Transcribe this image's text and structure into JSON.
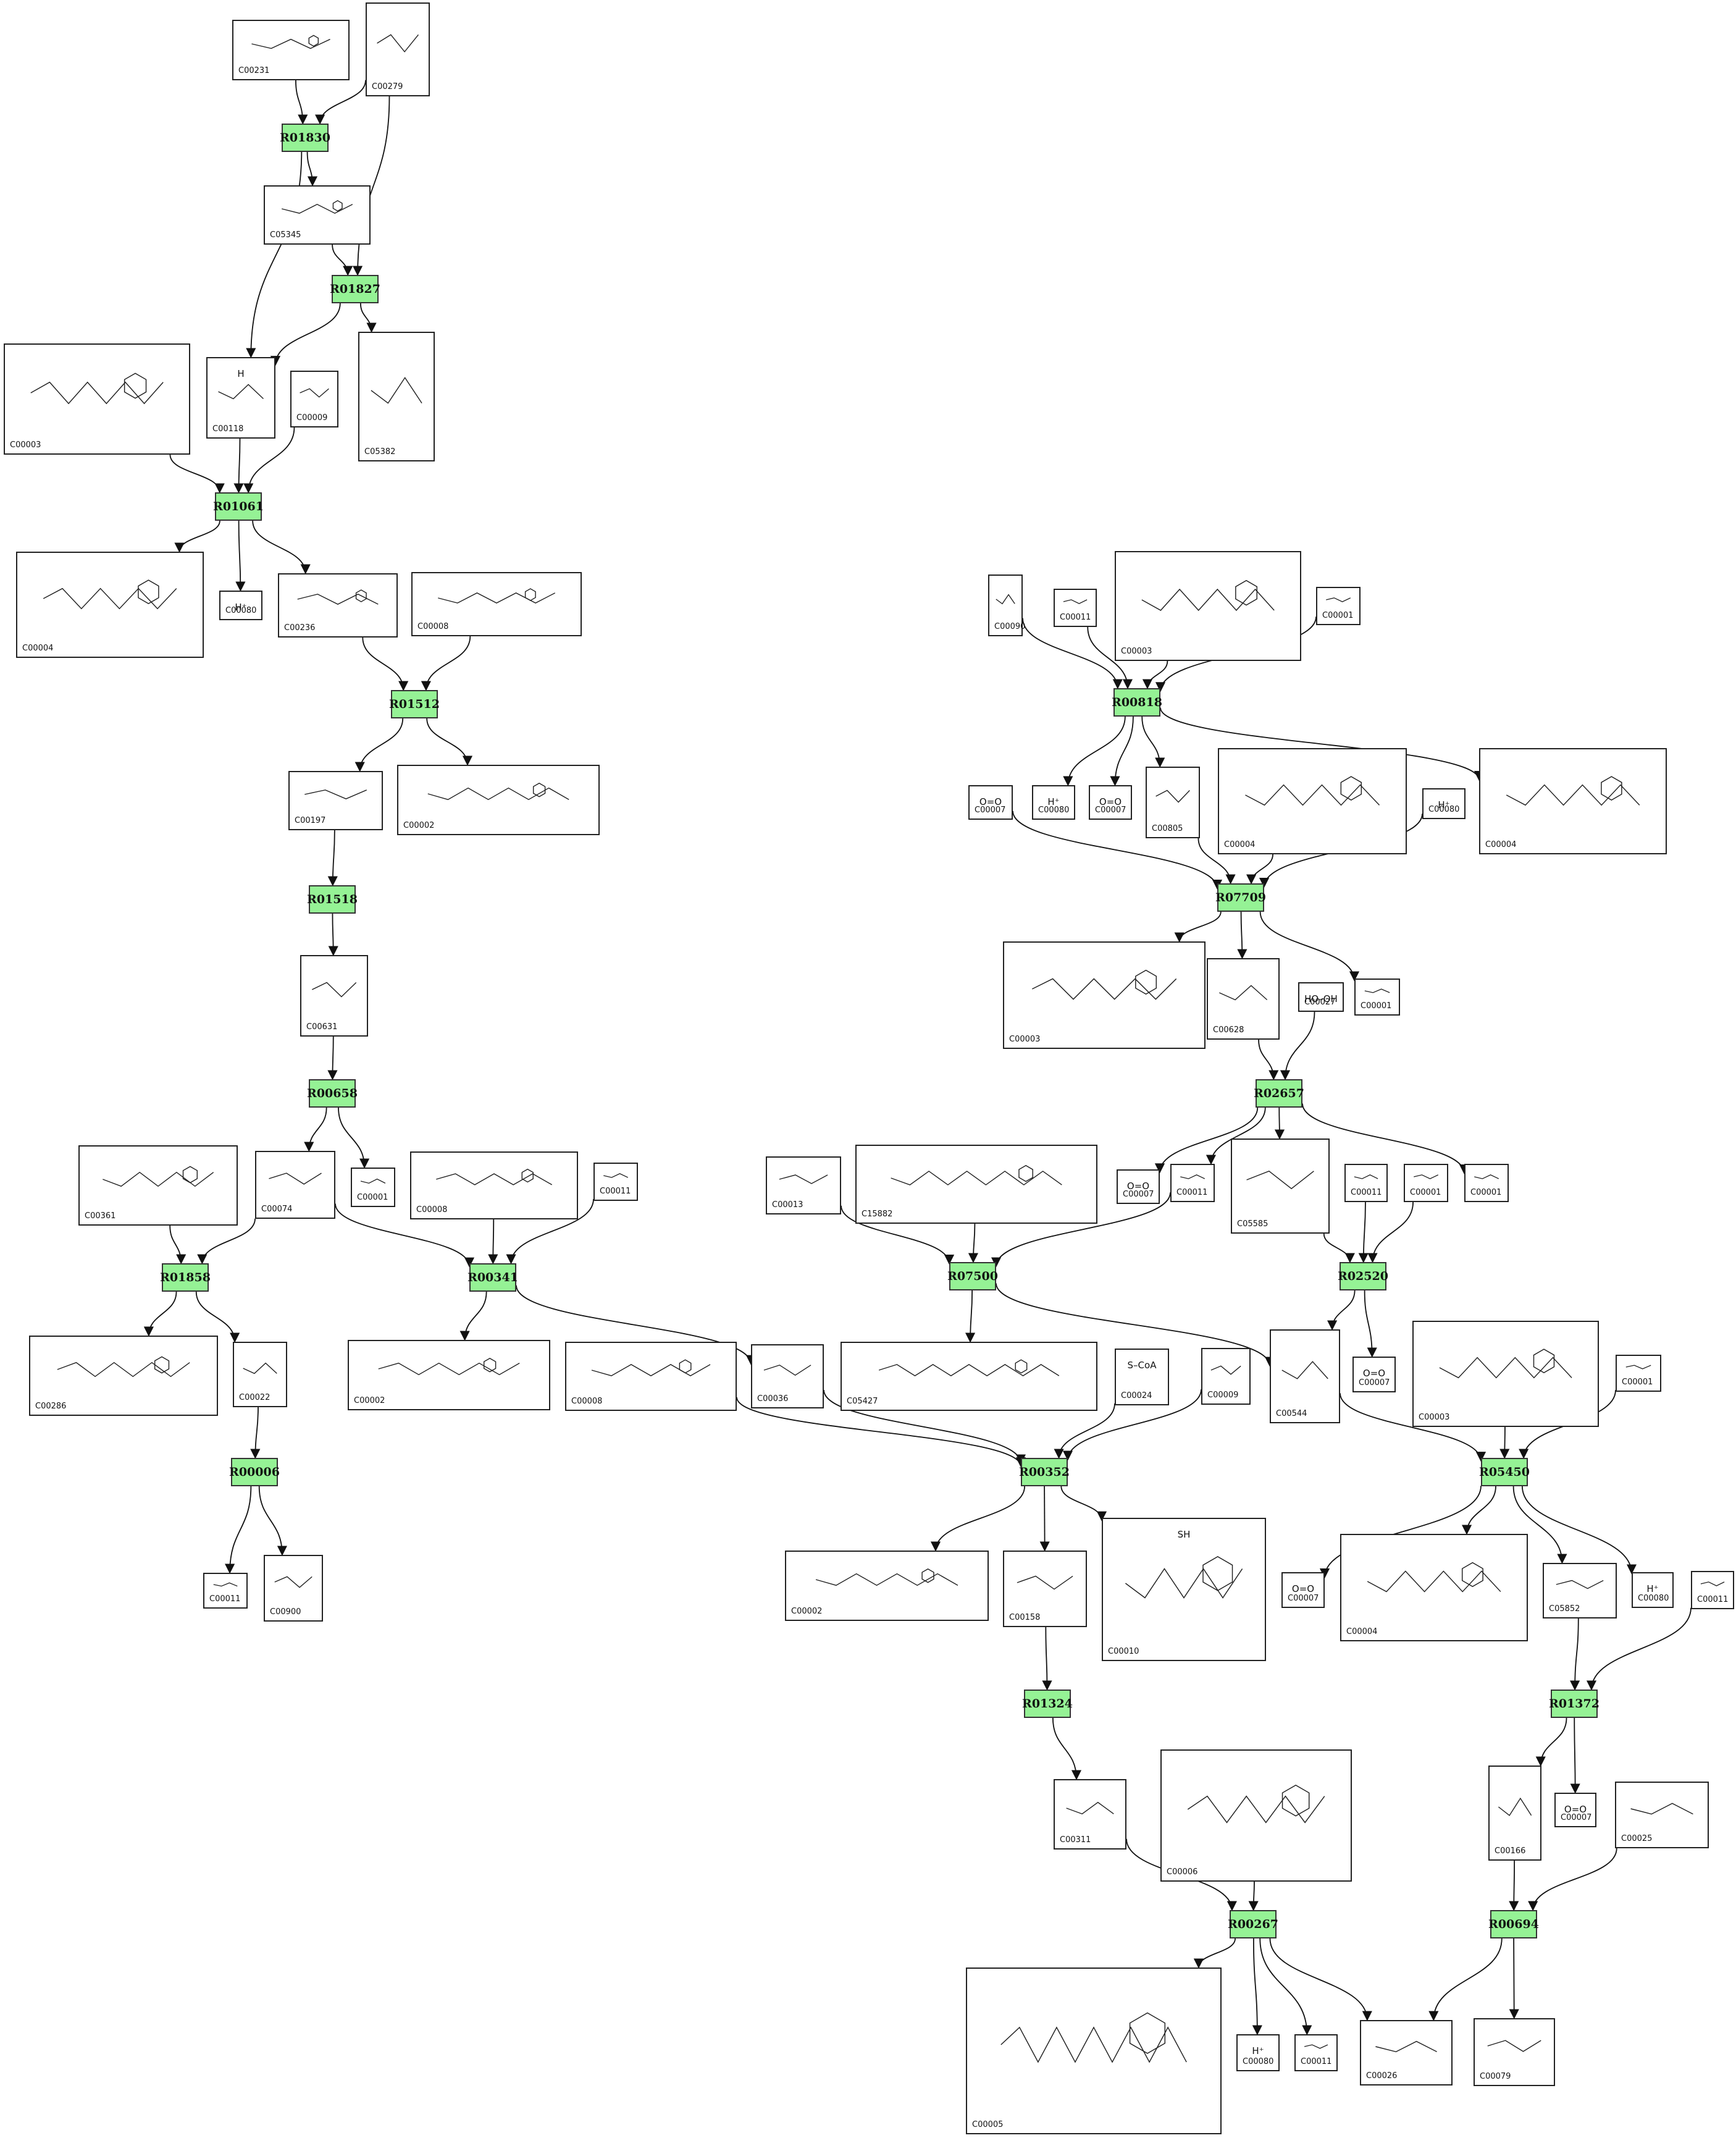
{
  "colors": {
    "reaction_fill": "#95f295",
    "border": "#222222",
    "edge": "#111111"
  },
  "reactions": [
    {
      "id": "R01830",
      "label": "R01830"
    },
    {
      "id": "R01827",
      "label": "R01827"
    },
    {
      "id": "R01061",
      "label": "R01061"
    },
    {
      "id": "R01512",
      "label": "R01512"
    },
    {
      "id": "R01518",
      "label": "R01518"
    },
    {
      "id": "R00658",
      "label": "R00658"
    },
    {
      "id": "R01858",
      "label": "R01858"
    },
    {
      "id": "R00341",
      "label": "R00341"
    },
    {
      "id": "R00006",
      "label": "R00006"
    },
    {
      "id": "R00818",
      "label": "R00818"
    },
    {
      "id": "R07709",
      "label": "R07709"
    },
    {
      "id": "R02657",
      "label": "R02657"
    },
    {
      "id": "R07500",
      "label": "R07500"
    },
    {
      "id": "R02520",
      "label": "R02520"
    },
    {
      "id": "R00352",
      "label": "R00352"
    },
    {
      "id": "R05450",
      "label": "R05450"
    },
    {
      "id": "R01324",
      "label": "R01324"
    },
    {
      "id": "R01372",
      "label": "R01372"
    },
    {
      "id": "R00267",
      "label": "R00267"
    },
    {
      "id": "R00694",
      "label": "R00694"
    }
  ],
  "compounds": [
    {
      "key": "c1",
      "label": "C00231"
    },
    {
      "key": "c2",
      "label": "C00279"
    },
    {
      "key": "c3",
      "label": "C05345"
    },
    {
      "key": "c4",
      "label": "C00003"
    },
    {
      "key": "c5",
      "label": "C00118",
      "text": "H"
    },
    {
      "key": "c6",
      "label": "C00009"
    },
    {
      "key": "c7",
      "label": "C05382"
    },
    {
      "key": "c8",
      "label": "C00004"
    },
    {
      "key": "c9",
      "label": "C00080",
      "text": "H⁺"
    },
    {
      "key": "c10",
      "label": "C00236"
    },
    {
      "key": "c11",
      "label": "C00008"
    },
    {
      "key": "c12",
      "label": "C00197"
    },
    {
      "key": "c13",
      "label": "C00002"
    },
    {
      "key": "c14",
      "label": "C00631"
    },
    {
      "key": "c15",
      "label": "C00361"
    },
    {
      "key": "c16",
      "label": "C00074"
    },
    {
      "key": "c17",
      "label": "C00001"
    },
    {
      "key": "c18",
      "label": "C00008"
    },
    {
      "key": "c19",
      "label": "C00011"
    },
    {
      "key": "c20",
      "label": "C00286"
    },
    {
      "key": "c21",
      "label": "C00022"
    },
    {
      "key": "c22",
      "label": "C00002"
    },
    {
      "key": "c23",
      "label": "C00008"
    },
    {
      "key": "c24",
      "label": "C00036"
    },
    {
      "key": "c25",
      "label": "C00011"
    },
    {
      "key": "c26",
      "label": "C00900"
    },
    {
      "key": "c27",
      "label": "C00090"
    },
    {
      "key": "c28",
      "label": "C00011"
    },
    {
      "key": "c29",
      "label": "C00003"
    },
    {
      "key": "c30",
      "label": "C00001"
    },
    {
      "key": "c31",
      "label": "C00007",
      "text": "O=O"
    },
    {
      "key": "c32",
      "label": "C00080",
      "text": "H⁺"
    },
    {
      "key": "c33",
      "label": "C00007",
      "text": "O=O"
    },
    {
      "key": "c34",
      "label": "C00805"
    },
    {
      "key": "c35",
      "label": "C00004"
    },
    {
      "key": "c36",
      "label": "C00080",
      "text": "H⁺"
    },
    {
      "key": "c37",
      "label": "C00004"
    },
    {
      "key": "c38",
      "label": "C00003"
    },
    {
      "key": "c39",
      "label": "C00628"
    },
    {
      "key": "c40",
      "label": "C00027",
      "text": "HO–OH"
    },
    {
      "key": "c41",
      "label": "C00001"
    },
    {
      "key": "c42",
      "label": "C00013"
    },
    {
      "key": "c43",
      "label": "C15882"
    },
    {
      "key": "c44",
      "label": "C00007",
      "text": "O=O"
    },
    {
      "key": "c45",
      "label": "C00011"
    },
    {
      "key": "c46",
      "label": "C05585"
    },
    {
      "key": "c47",
      "label": "C00011"
    },
    {
      "key": "c48",
      "label": "C00001"
    },
    {
      "key": "c49",
      "label": "C00001"
    },
    {
      "key": "c50",
      "label": "C05427"
    },
    {
      "key": "c51",
      "label": "C00024",
      "text": "S–CoA"
    },
    {
      "key": "c52",
      "label": "C00009"
    },
    {
      "key": "c53",
      "label": "C00544"
    },
    {
      "key": "c54",
      "label": "C00007",
      "text": "O=O"
    },
    {
      "key": "c55",
      "label": "C00003"
    },
    {
      "key": "c56",
      "label": "C00001"
    },
    {
      "key": "c57",
      "label": "C00002"
    },
    {
      "key": "c58",
      "label": "C00158"
    },
    {
      "key": "c59",
      "label": "C00010",
      "text": "SH"
    },
    {
      "key": "c60",
      "label": "C00007",
      "text": "O=O"
    },
    {
      "key": "c61",
      "label": "C00004"
    },
    {
      "key": "c62",
      "label": "C05852"
    },
    {
      "key": "c63",
      "label": "C00080",
      "text": "H⁺"
    },
    {
      "key": "c64",
      "label": "C00011"
    },
    {
      "key": "c65",
      "label": "C00311"
    },
    {
      "key": "c66",
      "label": "C00006"
    },
    {
      "key": "c67",
      "label": "C00166"
    },
    {
      "key": "c68",
      "label": "C00007",
      "text": "O=O"
    },
    {
      "key": "c69",
      "label": "C00025"
    },
    {
      "key": "c70",
      "label": "C00005"
    },
    {
      "key": "c71",
      "label": "C00080",
      "text": "H⁺"
    },
    {
      "key": "c72",
      "label": "C00011"
    },
    {
      "key": "c73",
      "label": "C00026"
    },
    {
      "key": "c74",
      "label": "C00079"
    }
  ]
}
